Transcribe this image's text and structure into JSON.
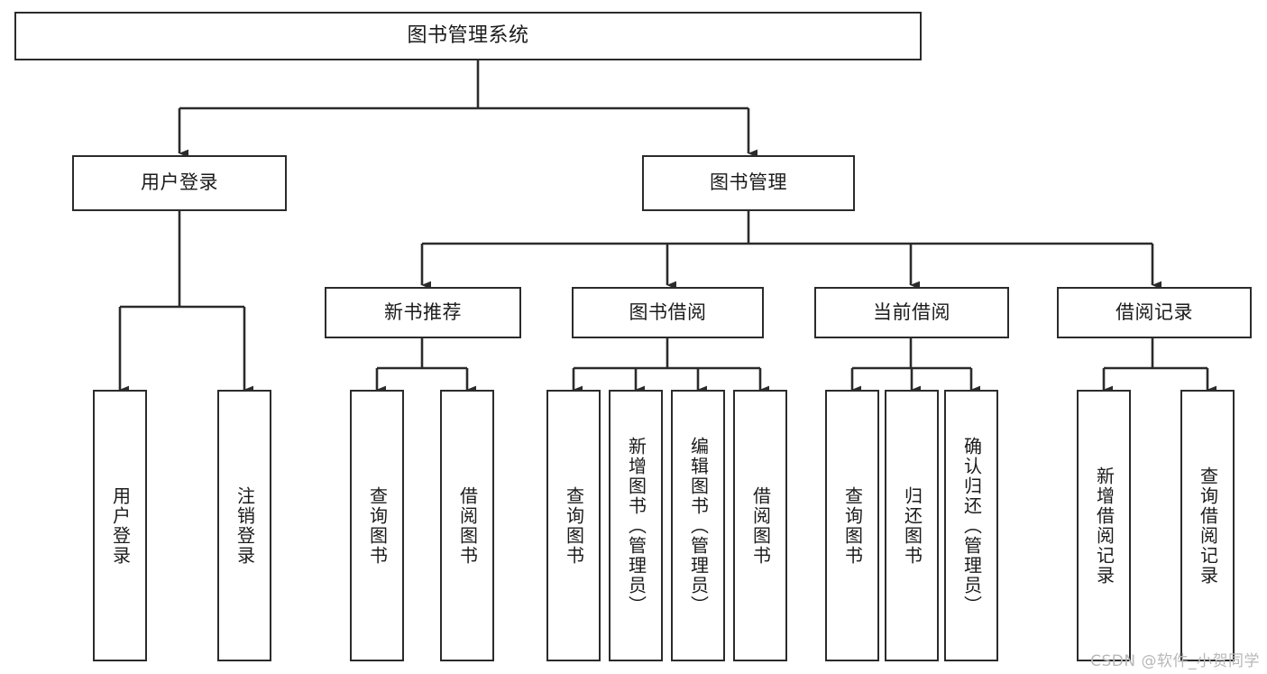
{
  "diagram": {
    "title": "图书管理系统",
    "type": "tree",
    "watermark": "CSDN @软件_小贺同学",
    "colors": {
      "stroke": "#2b2b2b",
      "fill": "#ffffff",
      "text": "#1b1b1b",
      "watermark": "#b8b8b8"
    },
    "nodes": {
      "root": "图书管理系统",
      "level2": [
        {
          "label": "用户登录"
        },
        {
          "label": "图书管理"
        }
      ],
      "level3": [
        {
          "label": "新书推荐"
        },
        {
          "label": "图书借阅"
        },
        {
          "label": "当前借阅"
        },
        {
          "label": "借阅记录"
        }
      ],
      "leaves_user_login": [
        {
          "label": "用户登录"
        },
        {
          "label": "注销登录"
        }
      ],
      "leaves_new_books": [
        {
          "label": "查询图书"
        },
        {
          "label": "借阅图书"
        }
      ],
      "leaves_borrow": [
        {
          "label": "查询图书"
        },
        {
          "label": "新增图书（管理员）"
        },
        {
          "label": "编辑图书（管理员）"
        },
        {
          "label": "借阅图书"
        }
      ],
      "leaves_current": [
        {
          "label": "查询图书"
        },
        {
          "label": "归还图书"
        },
        {
          "label": "确认归还（管理员）"
        }
      ],
      "leaves_records": [
        {
          "label": "新增借阅记录"
        },
        {
          "label": "查询借阅记录"
        }
      ]
    }
  }
}
